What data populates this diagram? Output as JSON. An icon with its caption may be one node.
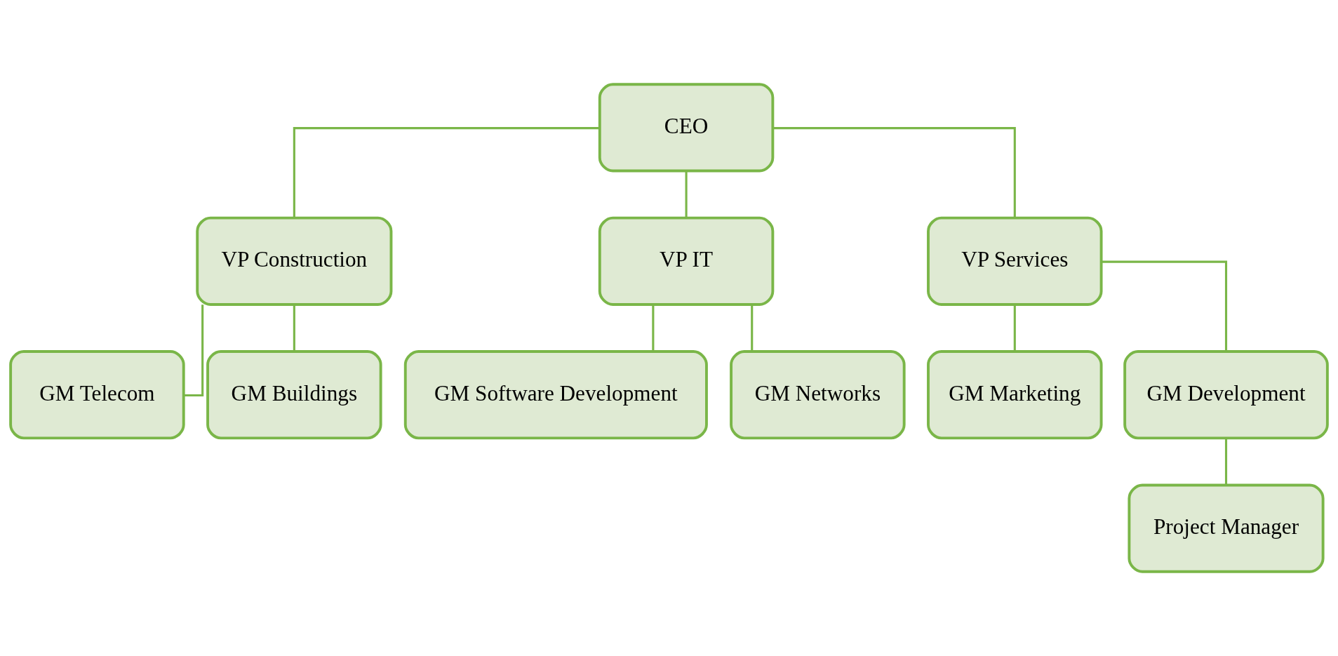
{
  "diagram": {
    "nodes": [
      {
        "text": [
          "CEO"
        ]
      },
      {
        "text": [
          "VP Construction"
        ]
      },
      {
        "text": [
          "VP IT"
        ]
      },
      {
        "text": [
          "VP Services"
        ]
      },
      {
        "text": [
          "GM Telecom"
        ]
      },
      {
        "text": [
          "GM Buildings"
        ]
      },
      {
        "text": [
          "GM Software Development"
        ]
      },
      {
        "text": [
          "GM Networks"
        ]
      },
      {
        "text": [
          "GM Marketing"
        ]
      },
      {
        "text": [
          "GM Development"
        ]
      },
      {
        "text": [
          "Project Manager"
        ]
      }
    ],
    "edges": [
      {
        "from": 0,
        "to": 1,
        "arrow": "none"
      },
      {
        "from": 0,
        "to": 2,
        "arrow": "none"
      },
      {
        "from": 0,
        "to": 3,
        "arrow": "none"
      },
      {
        "from": 1,
        "to": 4,
        "arrow": "none"
      },
      {
        "from": 1,
        "to": 5,
        "arrow": "none"
      },
      {
        "from": 2,
        "to": 6,
        "arrow": "none"
      },
      {
        "from": 2,
        "to": 7,
        "arrow": "none"
      },
      {
        "from": 3,
        "to": 8,
        "arrow": "none"
      },
      {
        "from": 3,
        "to": 9,
        "arrow": "none"
      },
      {
        "from": 9,
        "to": 10,
        "arrow": "none"
      }
    ]
  }
}
